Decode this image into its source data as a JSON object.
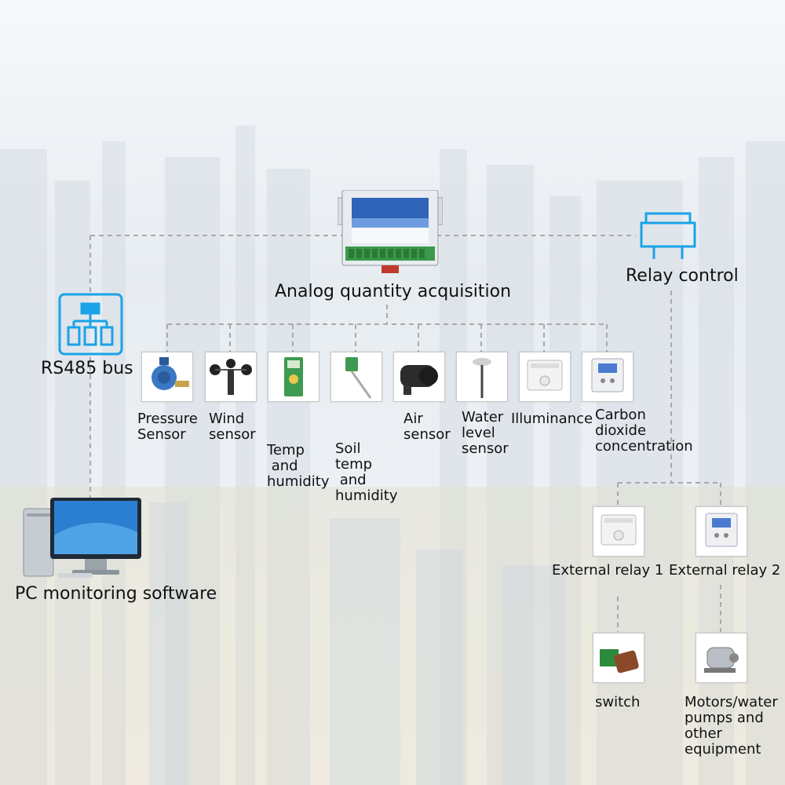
{
  "module": {
    "title": "Analog quantity acquisition"
  },
  "relay_control": {
    "title": "Relay control"
  },
  "rs485": {
    "title": "RS485 bus"
  },
  "pc": {
    "title": "PC monitoring software"
  },
  "sensors": [
    {
      "lines": [
        "Pressure",
        "Sensor"
      ]
    },
    {
      "lines": [
        "Wind",
        "sensor"
      ]
    },
    {
      "lines": [
        "Temp",
        " and",
        "humidity"
      ]
    },
    {
      "lines": [
        "Soil",
        "temp",
        " and",
        "humidity"
      ]
    },
    {
      "lines": [
        "Air",
        "sensor"
      ]
    },
    {
      "lines": [
        "Water",
        "level",
        "sensor"
      ]
    },
    {
      "lines": [
        "Illuminance"
      ]
    },
    {
      "lines": [
        "Carbon",
        "dioxide",
        "concentration"
      ]
    }
  ],
  "relays": [
    {
      "label": "External relay 1"
    },
    {
      "label": "External relay 2"
    }
  ],
  "devices": [
    {
      "lines": [
        "switch"
      ]
    },
    {
      "lines": [
        "Motors/water",
        "pumps and",
        "other",
        "equipment"
      ]
    }
  ],
  "colors": {
    "accent": "#1aa3e8",
    "dash": "#a9a9a9"
  }
}
